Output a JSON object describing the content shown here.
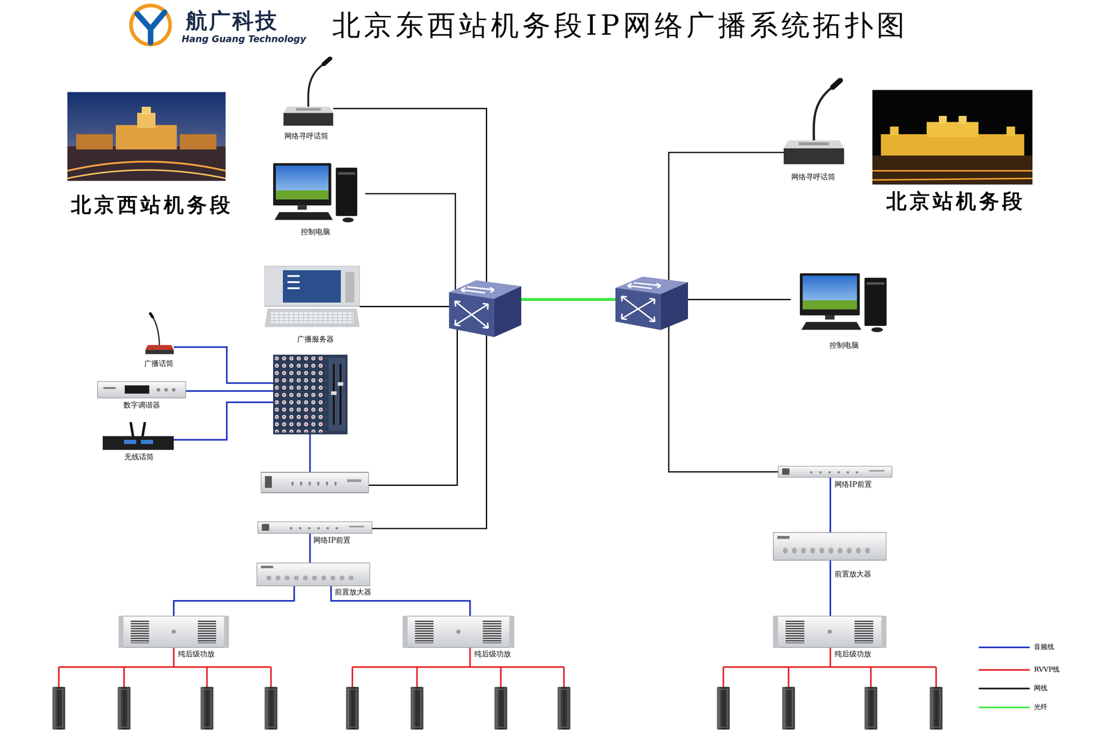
{
  "diagram": {
    "title": "北京东西站机务段IP网络广播系统拓扑图",
    "nodes": [
      {
        "text": [
          "网络寻呼话筒"
        ]
      },
      {
        "text": [
          "控制电脑"
        ]
      },
      {
        "text": [
          "广播服务器"
        ]
      },
      {
        "text": [
          "广播话筒"
        ]
      },
      {
        "text": [
          "数字调谐器"
        ]
      },
      {
        "text": [
          "无线话筒"
        ]
      },
      {
        "text": [
          "网络IP前置"
        ]
      },
      {
        "text": [
          "前置放大器"
        ]
      },
      {
        "text": [
          "纯后级功放"
        ]
      },
      {
        "text": [
          "纯后级功放"
        ]
      },
      {
        "text": [
          "网络寻呼话筒"
        ]
      },
      {
        "text": [
          "控制电脑"
        ]
      },
      {
        "text": [
          "网络IP前置"
        ]
      },
      {
        "text": [
          "前置放大器"
        ]
      },
      {
        "text": [
          "纯后级功放"
        ]
      }
    ],
    "edges": [
      {
        "from": 6,
        "to": 7,
        "arrow": "none"
      },
      {
        "from": 7,
        "to": 8,
        "arrow": "none"
      },
      {
        "from": 7,
        "to": 9,
        "arrow": "none"
      },
      {
        "from": 12,
        "to": 13,
        "arrow": "none"
      },
      {
        "from": 13,
        "to": 14,
        "arrow": "none"
      }
    ],
    "labels": [
      "航广科技",
      "Hang Guang Technology",
      "北京西站机务段",
      "北京站机务段"
    ],
    "legend": [
      {
        "text": "音频线",
        "color": "#1a2fc0"
      },
      {
        "text": "RVVP线",
        "color": "#e41e25"
      },
      {
        "text": "网线",
        "color": "#000000"
      },
      {
        "text": "光纤",
        "color": "#39e639"
      }
    ]
  }
}
